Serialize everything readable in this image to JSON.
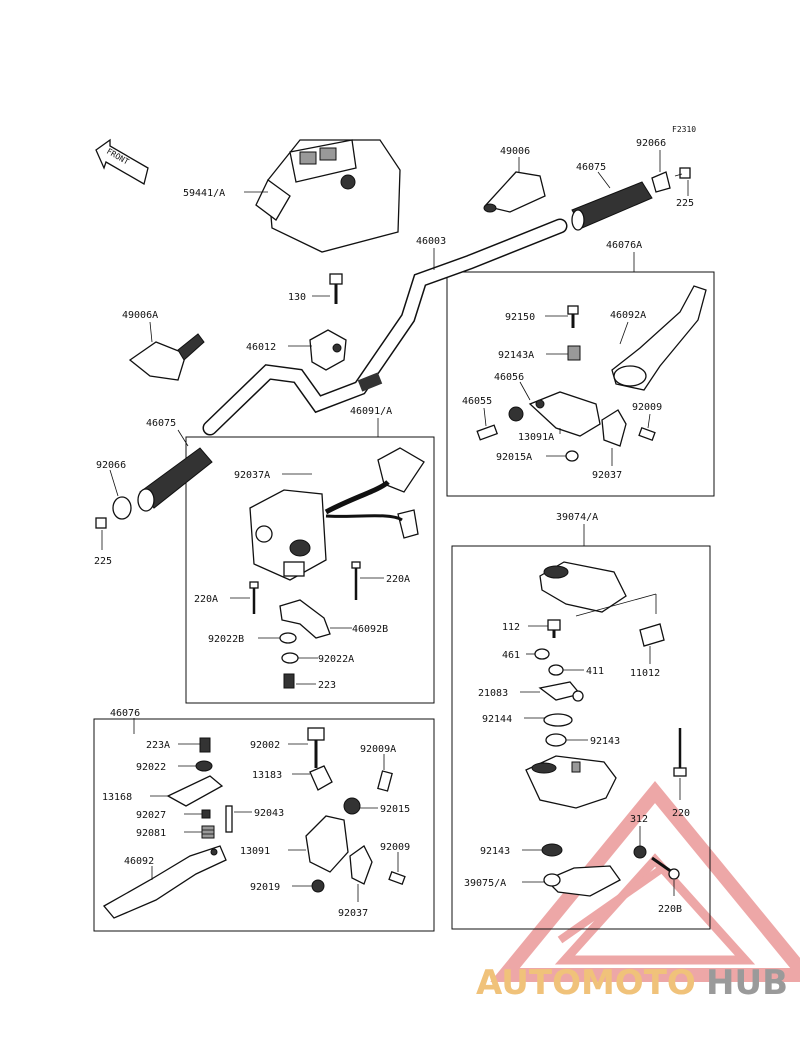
{
  "diagram": {
    "ref_code": "F2310",
    "front_label": "FRONT",
    "labels": {
      "l59441": "59441/A",
      "l49006": "49006",
      "l46075_top": "46075",
      "l92066_top": "92066",
      "l225_top": "225",
      "l46003": "46003",
      "l46076A": "46076A",
      "l130": "130",
      "l49006A": "49006A",
      "l46012": "46012",
      "l92150": "92150",
      "l46092A": "46092A",
      "l92143A": "92143A",
      "l46056": "46056",
      "l46055": "46055",
      "l92009_top": "92009",
      "l13091A": "13091A",
      "l92015A": "92015A",
      "l92037_top": "92037",
      "l46075_left": "46075",
      "l46091A": "46091/A",
      "l92066_left": "92066",
      "l225_left": "225",
      "l92037A": "92037A",
      "l220A_left": "220A",
      "l220A_right": "220A",
      "l92022B": "92022B",
      "l46092B": "46092B",
      "l92022A": "92022A",
      "l223": "223",
      "l39074A": "39074/A",
      "l112": "112",
      "l461": "461",
      "l411": "411",
      "l11012": "11012",
      "l21083": "21083",
      "l92144": "92144",
      "l92143_a": "92143",
      "l220": "220",
      "l312": "312",
      "l92143_b": "92143",
      "l39075A": "39075/A",
      "l220B": "220B",
      "l46076": "46076",
      "l223A": "223A",
      "l92022": "92022",
      "l92002": "92002",
      "l92009A": "92009A",
      "l13183": "13183",
      "l13168": "13168",
      "l92027": "92027",
      "l92043": "92043",
      "l92015": "92015",
      "l92081": "92081",
      "l13091": "13091",
      "l92009_bot": "92009",
      "l46092": "46092",
      "l92019": "92019",
      "l92037_bot": "92037"
    }
  },
  "watermark": {
    "part1": "AUTOMOTO",
    "part2": "HUB",
    "color_triangle": "#e06060",
    "color_text1": "#f0c27a",
    "color_text2": "#9a9a9a"
  }
}
